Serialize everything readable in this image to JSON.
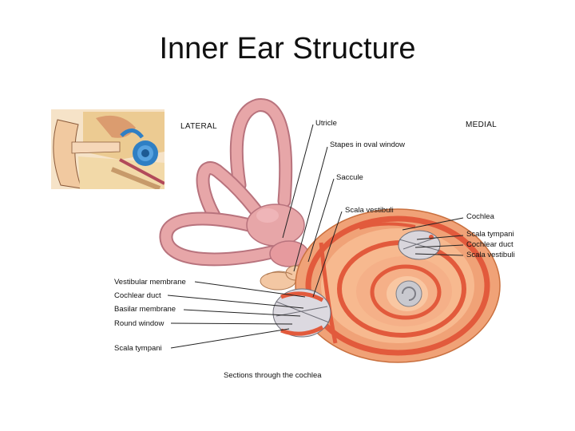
{
  "title": "Inner Ear Structure",
  "orientation": {
    "lateral": "LATERAL",
    "medial": "MEDIAL"
  },
  "labels": {
    "utricle": "Utricle",
    "stapes_in_oval_window": "Stapes in oval window",
    "saccule": "Saccule",
    "scala_vestibuli_top": "Scala vestibuli",
    "cochlea": "Cochlea",
    "scala_tympani_right": "Scala tympani",
    "cochlear_duct_right": "Cochlear duct",
    "scala_vestibuli_right": "Scala vestibuli",
    "vestibular_membrane": "Vestibular membrane",
    "cochlear_duct_left": "Cochlear duct",
    "basilar_membrane": "Basilar membrane",
    "round_window": "Round window",
    "scala_tympani_left": "Scala tympani"
  },
  "caption": "Sections through the cochlea",
  "colors": {
    "canal_pink": "#e7a6a8",
    "cochlea_orange": "#f0a277",
    "stripe_red": "#e25a3c",
    "ear_skin": "#f1c9a0",
    "ear_blue": "#2f7fc4"
  }
}
